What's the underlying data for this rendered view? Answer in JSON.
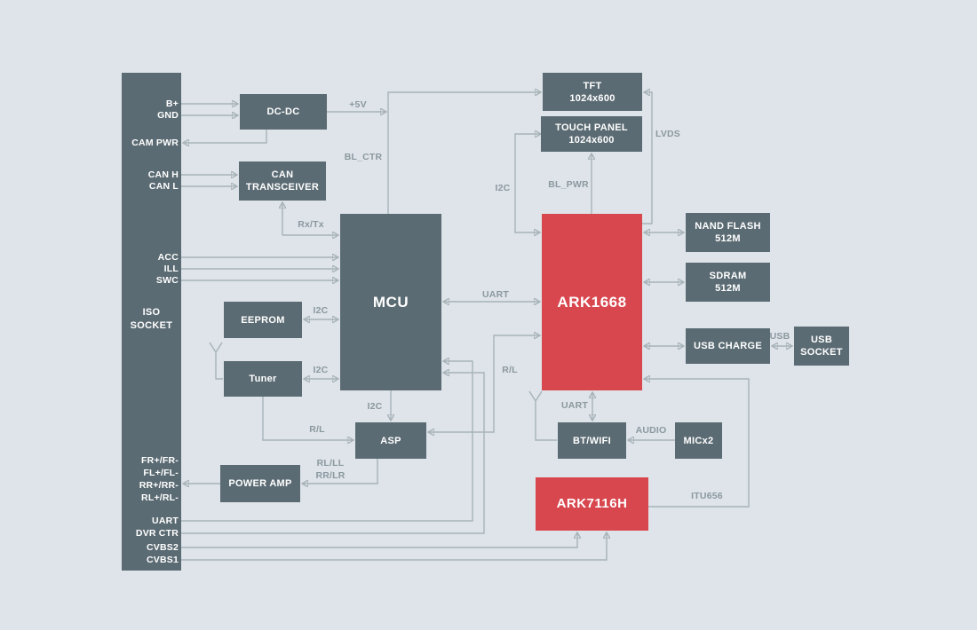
{
  "colors": {
    "background": "#dee4e9",
    "block_gray": "#5b6b73",
    "block_red": "#d8464e",
    "wire": "#a7b3b9",
    "wire_label": "#8b98a0",
    "block_text": "#ffffff"
  },
  "socket": {
    "title_line1": "ISO",
    "title_line2": "SOCKET",
    "pins": [
      "B+",
      "GND",
      "CAM PWR",
      "CAN H",
      "CAN L",
      "ACC",
      "ILL",
      "SWC",
      "FR+/FR-",
      "FL+/FL-",
      "RR+/RR-",
      "RL+/RL-",
      "UART",
      "DVR CTR",
      "CVBS2",
      "CVBS1"
    ]
  },
  "blocks": {
    "dcdc": {
      "label": "DC-DC"
    },
    "can_transceiver": {
      "line1": "CAN",
      "line2": "TRANSCEIVER"
    },
    "mcu": {
      "label": "MCU"
    },
    "eeprom": {
      "label": "EEPROM"
    },
    "tuner": {
      "label": "Tuner"
    },
    "asp": {
      "label": "ASP"
    },
    "power_amp": {
      "label": "POWER AMP"
    },
    "tft": {
      "line1": "TFT",
      "line2": "1024x600"
    },
    "touch_panel": {
      "line1": "TOUCH PANEL",
      "line2": "1024x600"
    },
    "ark1668": {
      "label": "ARK1668"
    },
    "nand_flash": {
      "line1": "NAND FLASH",
      "line2": "512M"
    },
    "sdram": {
      "line1": "SDRAM",
      "line2": "512M"
    },
    "usb_charge": {
      "label": "USB CHARGE"
    },
    "usb_socket": {
      "line1": "USB",
      "line2": "SOCKET"
    },
    "bt_wifi": {
      "label": "BT/WIFI"
    },
    "mic": {
      "label": "MICx2"
    },
    "ark7116h": {
      "label": "ARK7116H"
    }
  },
  "wire_labels": {
    "plus5v": "+5V",
    "bl_ctr": "BL_CTR",
    "rx_tx": "Rx/Tx",
    "i2c_eeprom": "I2C",
    "i2c_tuner": "I2C",
    "i2c_asp": "I2C",
    "rl_tuner": "R/L",
    "rl_ll": "RL/LL",
    "rr_lr": "RR/LR",
    "uart_mcu_ark": "UART",
    "i2c_touch": "I2C",
    "bl_pwr": "BL_PWR",
    "lvds": "LVDS",
    "usb": "USB",
    "rl_ark_asp": "R/L",
    "uart_bt": "UART",
    "audio": "AUDIO",
    "itu656": "ITU656"
  }
}
